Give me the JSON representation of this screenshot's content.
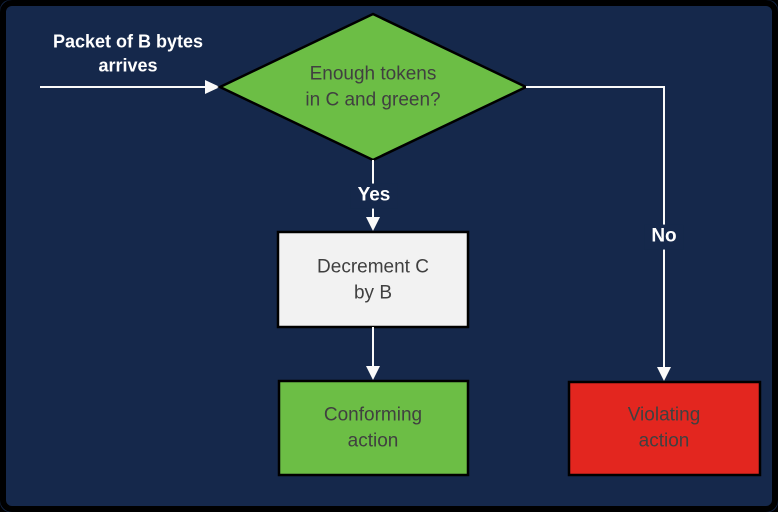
{
  "flowchart": {
    "start_label": {
      "text": "Packet of B bytes\narrives"
    },
    "decision": {
      "text": "Enough tokens\nin C and green?"
    },
    "branches": {
      "yes": "Yes",
      "no": "No"
    },
    "process": {
      "text": "Decrement C\nby B"
    },
    "conforming": {
      "text": "Conforming\naction"
    },
    "violating": {
      "text": "Violating\naction"
    }
  },
  "colors": {
    "background": "#15284B",
    "frame": "#000000",
    "decision_fill": "#6CBE45",
    "process_fill": "#F2F2F2",
    "conforming_fill": "#6CBE45",
    "violating_fill": "#E3261F",
    "shape_stroke": "#000000",
    "connector": "#FAFAFA",
    "text_light": "#FFFFFF",
    "text_dark": "#404040"
  }
}
